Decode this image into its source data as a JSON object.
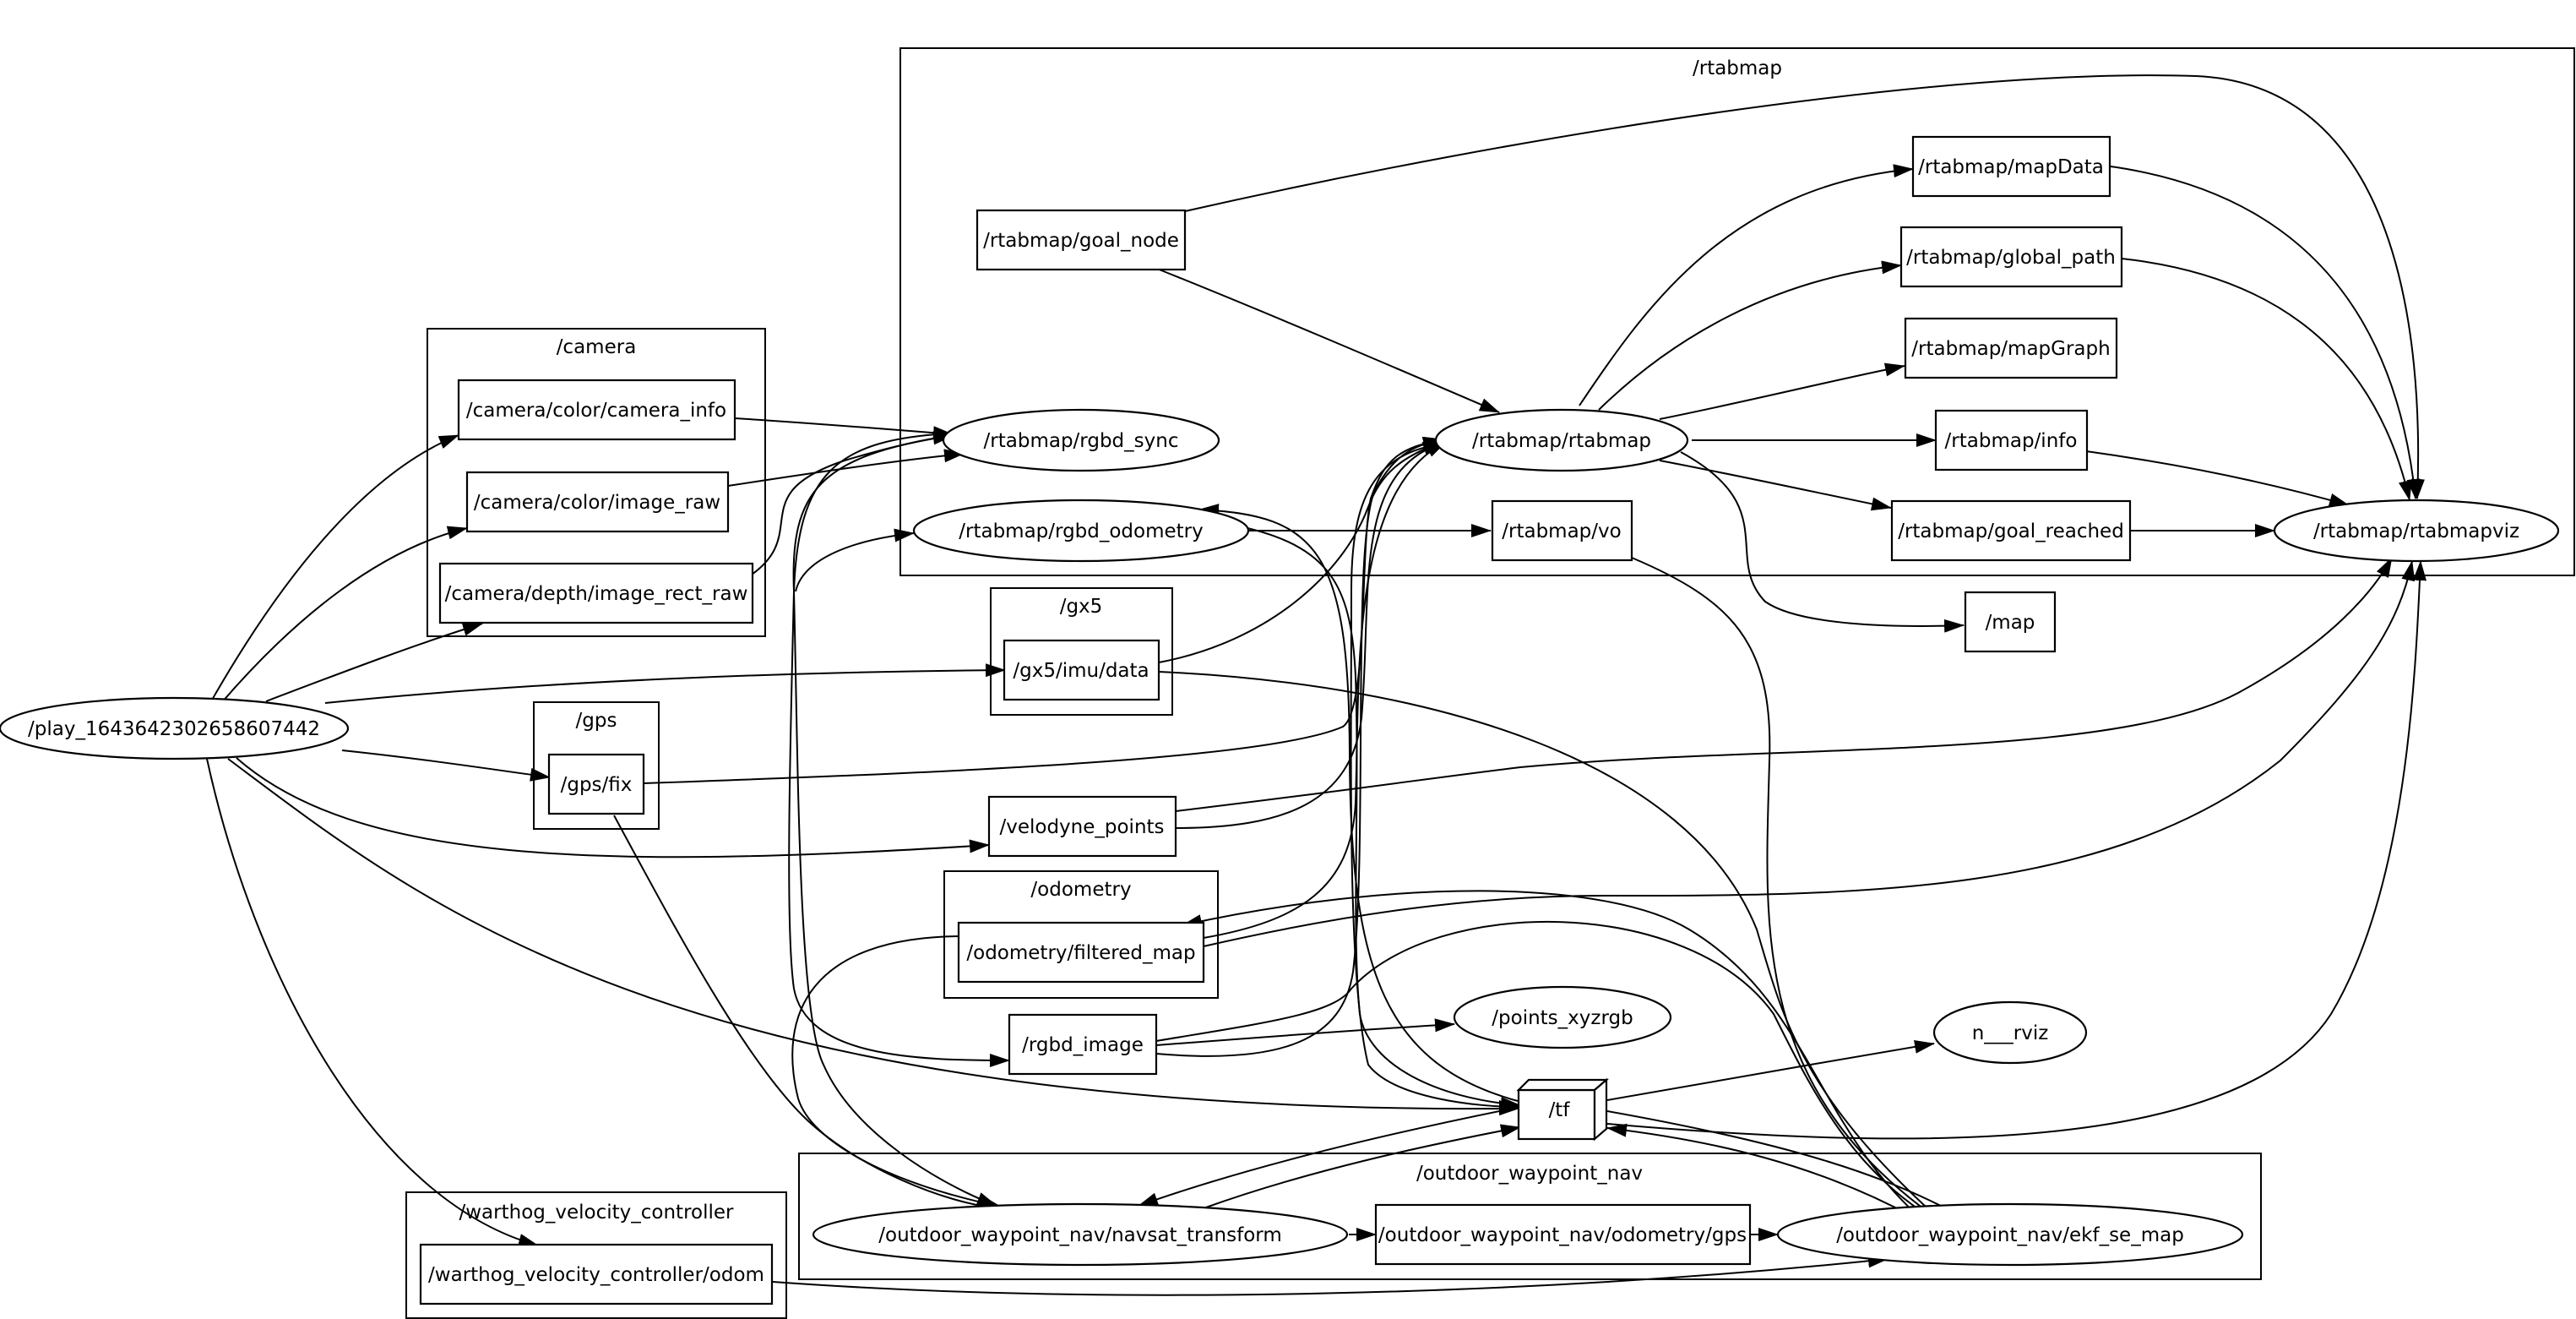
{
  "graph": {
    "clusters": {
      "rtabmap": "/rtabmap",
      "camera": "/camera",
      "gx5": "/gx5",
      "gps": "/gps",
      "odometry": "/odometry",
      "outdoor_waypoint_nav": "/outdoor_waypoint_nav",
      "warthog_velocity_controller": "/warthog_velocity_controller"
    },
    "nodes": {
      "play": "/play_1643642302658607442",
      "camera_info": "/camera/color/camera_info",
      "image_raw": "/camera/color/image_raw",
      "depth_image": "/camera/depth/image_rect_raw",
      "goal_node": "/rtabmap/goal_node",
      "rgbd_sync": "/rtabmap/rgbd_sync",
      "rgbd_odometry": "/rtabmap/rgbd_odometry",
      "rtabmap_rtabmap": "/rtabmap/rtabmap",
      "rtabmap_vo": "/rtabmap/vo",
      "mapData": "/rtabmap/mapData",
      "global_path": "/rtabmap/global_path",
      "mapGraph": "/rtabmap/mapGraph",
      "info": "/rtabmap/info",
      "goal_reached": "/rtabmap/goal_reached",
      "rtabmapviz": "/rtabmap/rtabmapviz",
      "map": "/map",
      "gx5_imu": "/gx5/imu/data",
      "gps_fix": "/gps/fix",
      "velodyne_points": "/velodyne_points",
      "filtered_map": "/odometry/filtered_map",
      "rgbd_image": "/rgbd_image",
      "points_xyzrgb": "/points_xyzrgb",
      "n_rviz": "n___rviz",
      "tf": "/tf",
      "navsat_transform": "/outdoor_waypoint_nav/navsat_transform",
      "odometry_gps": "/outdoor_waypoint_nav/odometry/gps",
      "ekf_se_map": "/outdoor_waypoint_nav/ekf_se_map",
      "warthog_odom": "/warthog_velocity_controller/odom"
    }
  }
}
